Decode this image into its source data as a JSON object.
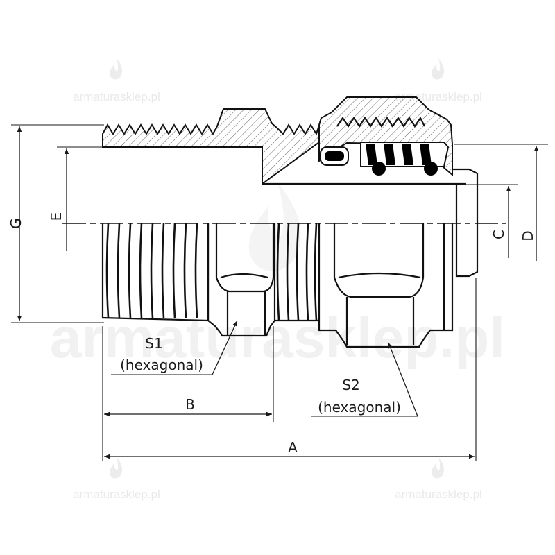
{
  "watermark": {
    "small_text": "armaturasklep.pl",
    "big_text": "armaturasklep.pl"
  },
  "labels": {
    "G": "G",
    "E": "E",
    "C": "C",
    "D": "D",
    "A": "A",
    "B": "B",
    "S1": "S1",
    "S1_note": "(hexagonal)",
    "S2": "S2",
    "S2_note": "(hexagonal)"
  },
  "colors": {
    "line": "#111111",
    "hatch": "#555555",
    "seal": "#000000",
    "watermark": "#e8e8e8"
  }
}
